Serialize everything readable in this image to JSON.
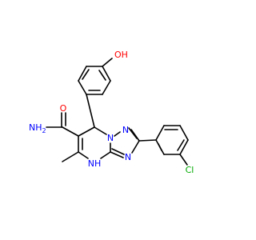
{
  "molecule": {
    "atom_labels": {
      "oh": "OH",
      "o": "O",
      "nh2": "NH",
      "nh2_sub": "2",
      "n1": "N",
      "n2": "N",
      "n3": "N",
      "nh": "NH",
      "cl": "Cl"
    },
    "colors": {
      "bond": "#000000",
      "oxygen": "#ff0000",
      "nitrogen": "#0000ff",
      "chlorine": "#00aa00"
    }
  }
}
